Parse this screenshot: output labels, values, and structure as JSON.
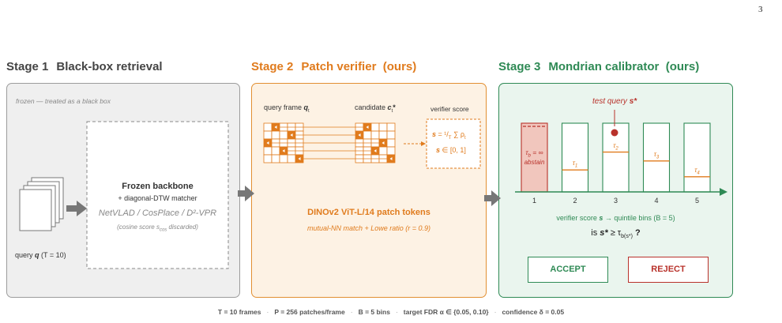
{
  "page_number": "3",
  "stage1": {
    "number": "Stage 1",
    "name": "Black-box retrieval",
    "frozen_note": "frozen — treated as a black box",
    "backbone_title": "Frozen backbone",
    "backbone_sub": "+ diagonal-DTW matcher",
    "backbone_models": "NetVLAD / CosPlace / D²-VPR",
    "cosine_prefix": "(cosine score s",
    "cosine_sub": "cos",
    "cosine_suffix": " discarded)",
    "query_prefix": "query ",
    "query_var": "q",
    "query_suffix": " (T = 10)"
  },
  "stage2": {
    "number": "Stage 2",
    "name": "Patch verifier",
    "tag": "(ours)",
    "query_frame_label": "query frame ",
    "query_frame_var": "q",
    "query_frame_sub": "t",
    "candidate_label": "candidate ",
    "candidate_var": "c",
    "candidate_sub": "t",
    "candidate_star": "*",
    "verifier_score_label": "verifier score",
    "formula_lhs": "s",
    "formula_eq": " = ¹/",
    "formula_T": "T",
    "formula_sum": " ∑ ρ",
    "formula_rho_sub": "t",
    "range_var": "s",
    "range_text": " ∈ [0, 1]",
    "tokens_title": "DINOv2 ViT-L/14 patch tokens",
    "match_note": "mutual-NN match  +  Lowe ratio (r = 0.9)"
  },
  "stage3": {
    "number": "Stage 3",
    "name": "Mondrian calibrator",
    "tag": "(ours)",
    "test_query": "test query ",
    "test_query_var": "s*",
    "bins": [
      {
        "index": "1",
        "tau": "τ",
        "tau_sub": "b",
        "tau_extra": " = ∞",
        "note": "abstain",
        "threshold": 1.0
      },
      {
        "index": "2",
        "tau": "τ",
        "tau_sub": "1",
        "threshold": 0.32
      },
      {
        "index": "3",
        "tau": "τ",
        "tau_sub": "2",
        "threshold": 0.58
      },
      {
        "index": "4",
        "tau": "τ",
        "tau_sub": "3",
        "threshold": 0.45
      },
      {
        "index": "5",
        "tau": "τ",
        "tau_sub": "4",
        "threshold": 0.22
      }
    ],
    "axis_text": "verifier score ",
    "axis_var": "s",
    "axis_suffix": "  →  quintile bins (B = 5)",
    "question_prefix": "is ",
    "question_s": "s*",
    "question_mid": " ≥ τ",
    "question_sub": "b(s*)",
    "question_mark": "?",
    "accept_label": "ACCEPT",
    "reject_label": "REJECT"
  },
  "footer": [
    "T = 10 frames",
    "P = 256 patches/frame",
    "B = 5 bins",
    "target FDR  α ∈ {0.05, 0.10}",
    "confidence  δ = 0.05"
  ],
  "colors": {
    "gray": "#9c9c9c",
    "orange": "#e07b1d",
    "green": "#2f8a55",
    "red": "#b8322b"
  }
}
